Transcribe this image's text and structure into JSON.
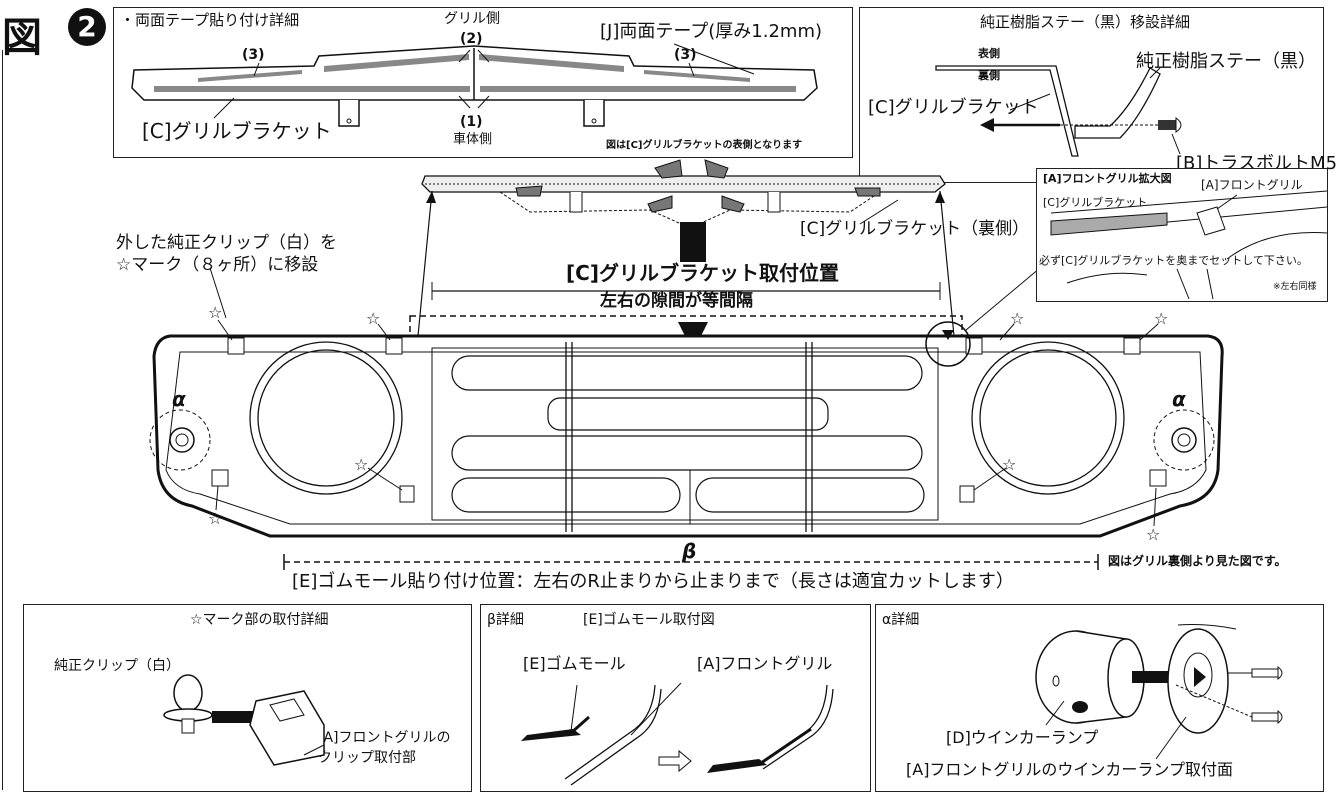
{
  "figure": {
    "label": "図",
    "number": "2"
  },
  "tape_detail": {
    "title": "・両面テープ貼り付け詳細",
    "grille_side": "グリル側",
    "tape_label": "[J]両面テープ(厚み1.2mm)",
    "num_3": "(3)",
    "num_2": "(2)",
    "num_1": "(1)",
    "body_side": "車体側",
    "bracket": "[C]グリルブラケット",
    "note": "図は[C]グリルブラケットの表側となります"
  },
  "stay_detail": {
    "title": "純正樹脂ステー（黒）移設詳細",
    "front_side": "表側",
    "back_side": "裏側",
    "stay": "純正樹脂ステー（黒）",
    "bracket": "[C]グリルブラケット",
    "bolt": "[B]トラスボルトM5"
  },
  "main": {
    "clip_note_1": "外した純正クリップ（白）を",
    "clip_note_2": "☆マーク（８ヶ所）に移設",
    "bracket_back": "[C]グリルブラケット（裏側）",
    "mount_position": "[C]グリルブラケット取付位置",
    "equal_gap": "左右の隙間が等間隔",
    "alpha": "α",
    "beta": "β",
    "rear_view_note": "図はグリル裏側より見た図です。",
    "rubber_position": "[E]ゴムモール貼り付け位置：左右のR止まりから止まりまで（長さは適宜カットします）"
  },
  "grille_zoom": {
    "title": "[A]フロントグリル拡大図",
    "grille": "[A]フロントグリル",
    "bracket": "[C]グリルブラケット",
    "instruction": "必ず[C]グリルブラケットを奥までセットして下さい。",
    "both_sides": "※左右同様"
  },
  "star_detail": {
    "title": "☆マーク部の取付詳細",
    "clip": "純正クリップ（白）",
    "mount_1": "[A]フロントグリルの",
    "mount_2": "クリップ取付部"
  },
  "beta_detail": {
    "title": "β詳細",
    "subtitle": "[E]ゴムモール取付図",
    "rubber": "[E]ゴムモール",
    "grille": "[A]フロントグリル"
  },
  "alpha_detail": {
    "title": "α詳細",
    "lamp": "[D]ウインカーランプ",
    "mount_face": "[A]フロントグリルのウインカーランプ取付面"
  },
  "stars": [
    "☆",
    "☆",
    "☆",
    "☆",
    "☆",
    "☆",
    "☆",
    "☆"
  ]
}
